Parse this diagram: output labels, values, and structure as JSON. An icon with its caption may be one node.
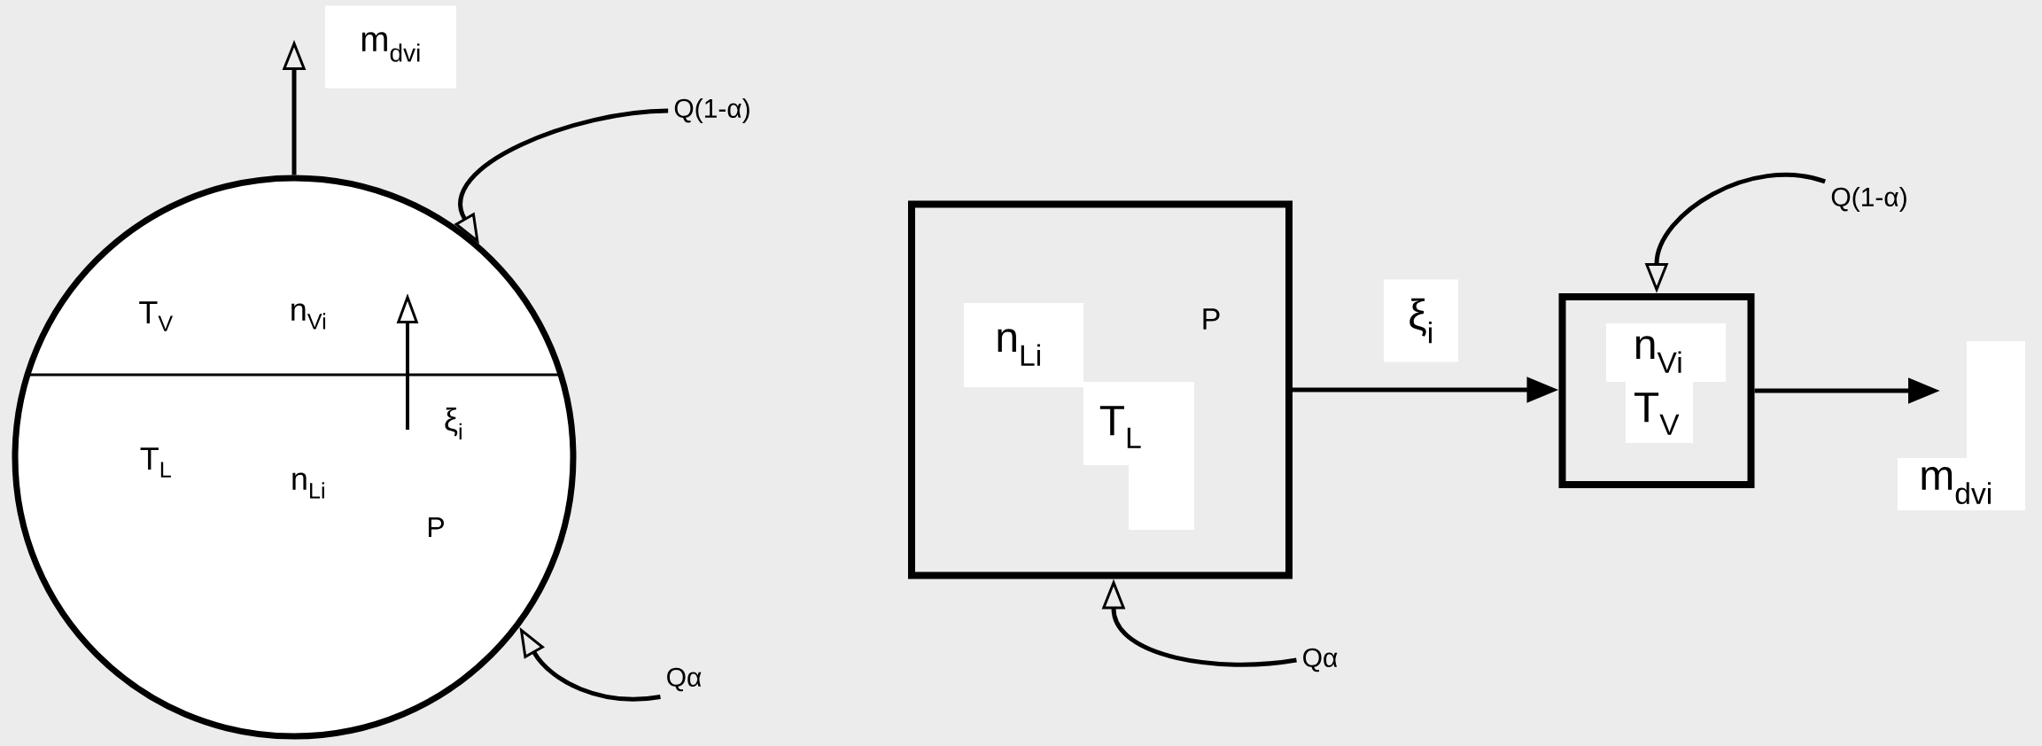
{
  "diagram": {
    "nodes": [
      {
        "text": [
          "T$_{V}$",
          "n$_{Vi}$",
          "ξ$_{i}$",
          "T$_{L}$",
          "n$_{Li}$",
          "P"
        ]
      },
      {
        "text": [
          "m$_{dvi}$"
        ]
      },
      {
        "text": [
          "Q(1-α)"
        ]
      },
      {
        "text": [
          "Qα"
        ]
      },
      {
        "text": [
          "n$_{Li}$",
          "T$_{L}$",
          "P"
        ]
      },
      {
        "text": [
          "n$_{Vi}$",
          "T$_{V}$"
        ]
      },
      {
        "text": [
          "Q(1-α)"
        ]
      },
      {
        "text": [
          "Qα"
        ]
      },
      {
        "text": [
          "m$_{dvi}$"
        ]
      }
    ],
    "edges": [
      {
        "from": 0,
        "to": 1,
        "arrow": "to"
      },
      {
        "from": 2,
        "to": 0,
        "arrow": "to"
      },
      {
        "from": 3,
        "to": 0,
        "arrow": "to"
      },
      {
        "from": 4,
        "to": 5,
        "arrow": "to",
        "label": "ξ$_{i}$"
      },
      {
        "from": 5,
        "to": 8,
        "arrow": "to"
      },
      {
        "from": 6,
        "to": 5,
        "arrow": "to"
      },
      {
        "from": 7,
        "to": 4,
        "arrow": "to"
      }
    ]
  }
}
